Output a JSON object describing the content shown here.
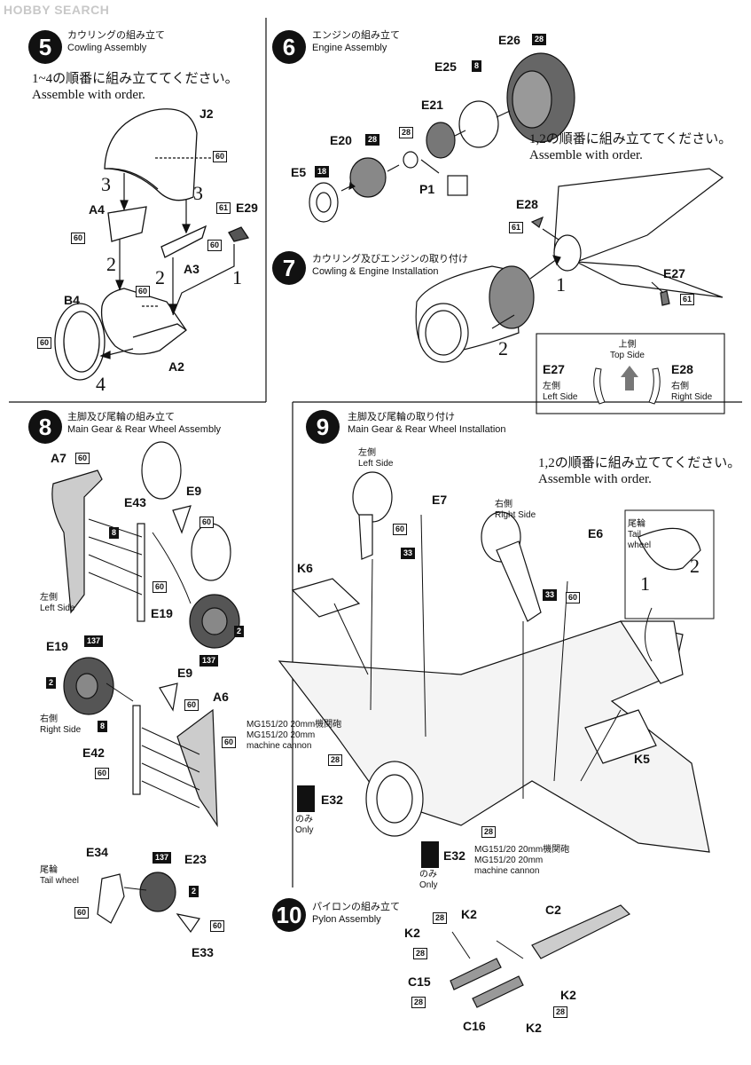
{
  "watermark": {
    "brand": "HOBBY",
    "suffix": " SEARCH"
  },
  "steps": {
    "s5": {
      "num": "5",
      "jp": "カウリングの組み立て",
      "en": "Cowling Assembly",
      "note_jp": "1~4の順番に組み立ててください。",
      "note_en": "Assemble with order."
    },
    "s6": {
      "num": "6",
      "jp": "エンジンの組み立て",
      "en": "Engine Assembly",
      "note_jp": "1,2の順番に組み立ててください。",
      "note_en": "Assemble with order."
    },
    "s7": {
      "num": "7",
      "jp": "カウリング及びエンジンの取り付け",
      "en": "Cowling & Engine Installation"
    },
    "s8": {
      "num": "8",
      "jp": "主脚及び尾輪の組み立て",
      "en": "Main Gear & Rear Wheel Assembly"
    },
    "s9": {
      "num": "9",
      "jp": "主脚及び尾輪の取り付け",
      "en": "Main Gear & Rear Wheel Installation",
      "note_jp": "1,2の順番に組み立ててください。",
      "note_en": "Assemble with order."
    },
    "s10": {
      "num": "10",
      "jp": "パイロンの組み立て",
      "en": "Pylon Assembly"
    }
  },
  "parts": {
    "J2": "J2",
    "A4": "A4",
    "A3": "A3",
    "E29": "E29",
    "B4": "B4",
    "A2": "A2",
    "E26": "E26",
    "E25": "E25",
    "E21": "E21",
    "E20": "E20",
    "E5": "E5",
    "P1": "P1",
    "E28": "E28",
    "E27": "E27",
    "A7": "A7",
    "E43": "E43",
    "E9": "E9",
    "E19": "E19",
    "A6": "A6",
    "E42": "E42",
    "E34": "E34",
    "E23": "E23",
    "E33": "E33",
    "K6": "K6",
    "E7": "E7",
    "E6": "E6",
    "K5": "K5",
    "E32": "E32",
    "C2": "C2",
    "K2": "K2",
    "C15": "C15",
    "C16": "C16"
  },
  "order_numbers": {
    "n1": "1",
    "n2": "2",
    "n3": "3",
    "n4": "4"
  },
  "colors": {
    "60": "60",
    "61": "61",
    "18": "18",
    "28": "28",
    "8": "8",
    "2": "2",
    "137": "137",
    "33": "33"
  },
  "labels": {
    "left_side_jp": "左側",
    "left_side_en": "Left Side",
    "right_side_jp": "右側",
    "right_side_en": "Right Side",
    "top_side_jp": "上側",
    "top_side_en": "Top Side",
    "tail_wheel_jp": "尾輪",
    "tail_wheel_en": "Tail wheel",
    "tail_wheel_en2": "Tail",
    "tail_wheel_en3": "wheel",
    "only_jp": "のみ",
    "only_en": "Only",
    "mg_jp": "MG151/20 20mm機関砲",
    "mg_en1": "MG151/20 20mm",
    "mg_en2": "machine cannon"
  }
}
